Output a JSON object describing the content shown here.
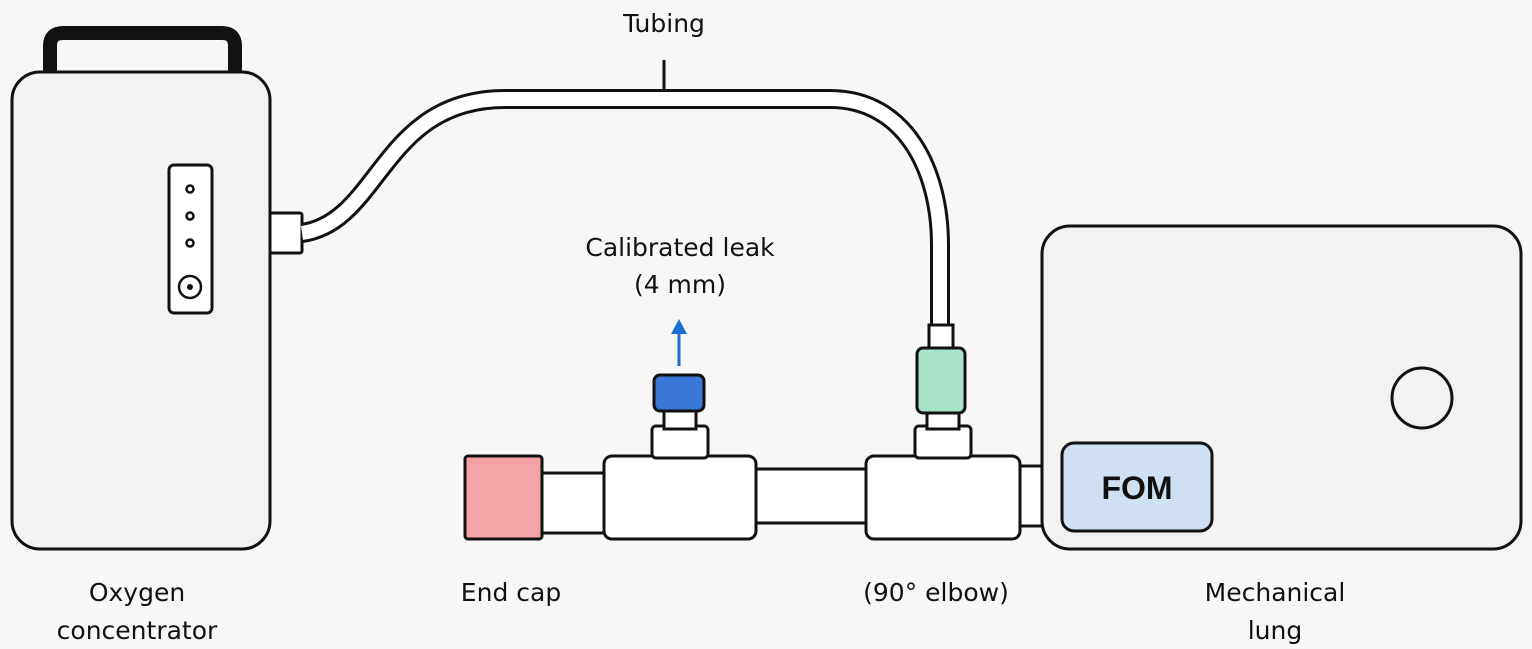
{
  "labels": {
    "tubing": "Tubing",
    "calibrated_leak_line1": "Calibrated leak",
    "calibrated_leak_line2": "(4 mm)",
    "oxygen_line1": "Oxygen",
    "oxygen_line2": "concentrator",
    "end_cap": "End cap",
    "elbow": "(90° elbow)",
    "mech_line1": "Mechanical",
    "mech_line2": "lung",
    "fom": "FOM"
  },
  "colors": {
    "background": "#f7f7f7",
    "device_fill": "#f2f2f2",
    "outline": "#111111",
    "end_cap": "#f4a3a6",
    "leak_port": "#3a78d6",
    "leak_arrow": "#1d6fd1",
    "elbow_connector": "#a9e3c9",
    "fom_fill": "#cfe0f2"
  },
  "icons": {
    "leak_direction": "arrow-up-icon",
    "power_button": "power-button-icon"
  }
}
